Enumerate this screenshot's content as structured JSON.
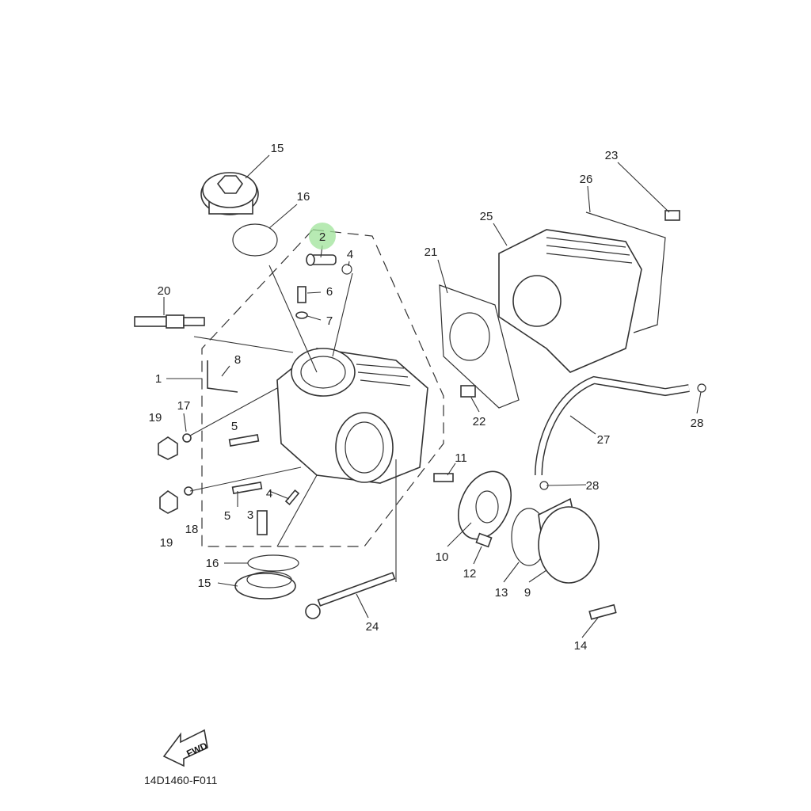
{
  "diagram": {
    "title_code": "14D1460-F011",
    "fwd_label": "FWD",
    "highlight_color": "#9fe39a",
    "callouts": [
      "15",
      "16",
      "2",
      "4",
      "6",
      "7",
      "20",
      "8",
      "1",
      "17",
      "19",
      "5",
      "19",
      "18",
      "4",
      "5",
      "3",
      "16",
      "15",
      "24",
      "11",
      "10",
      "12",
      "13",
      "9",
      "14",
      "28",
      "27",
      "28",
      "22",
      "21",
      "25",
      "26",
      "23"
    ]
  }
}
